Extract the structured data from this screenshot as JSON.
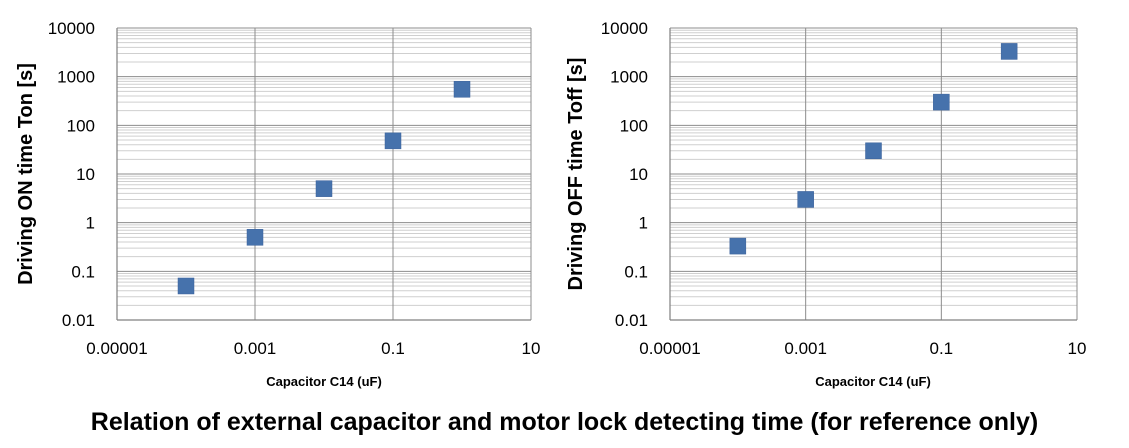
{
  "caption": "Relation of external capacitor and motor lock detecting time (for reference only)",
  "chart_data": [
    {
      "type": "scatter",
      "xlabel": "Capacitor C14 (uF)",
      "ylabel": "Driving ON time   Ton  [s]",
      "xscale": "log",
      "yscale": "log",
      "xlim": [
        1e-05,
        10
      ],
      "ylim": [
        0.01,
        10000
      ],
      "xticks": [
        "0.00001",
        "0.001",
        "0.1",
        "10"
      ],
      "yticks": [
        "10000",
        "1000",
        "100",
        "10",
        "1",
        "0.1",
        "0.01"
      ],
      "grid": true,
      "marker_color": "#4672ac",
      "x": [
        0.0001,
        0.001,
        0.01,
        0.1,
        1
      ],
      "y": [
        0.05,
        0.5,
        5,
        48,
        550
      ]
    },
    {
      "type": "scatter",
      "xlabel": "Capacitor C14 (uF)",
      "ylabel": "Driving OFF time   Toff   [s]",
      "xscale": "log",
      "yscale": "log",
      "xlim": [
        1e-05,
        10
      ],
      "ylim": [
        0.01,
        10000
      ],
      "xticks": [
        "0.00001",
        "0.001",
        "0.1",
        "10"
      ],
      "yticks": [
        "10000",
        "1000",
        "100",
        "10",
        "1",
        "0.1",
        "0.01"
      ],
      "grid": true,
      "marker_color": "#4672ac",
      "x": [
        0.0001,
        0.001,
        0.01,
        0.1,
        1
      ],
      "y": [
        0.33,
        3,
        30,
        300,
        3300
      ]
    }
  ]
}
